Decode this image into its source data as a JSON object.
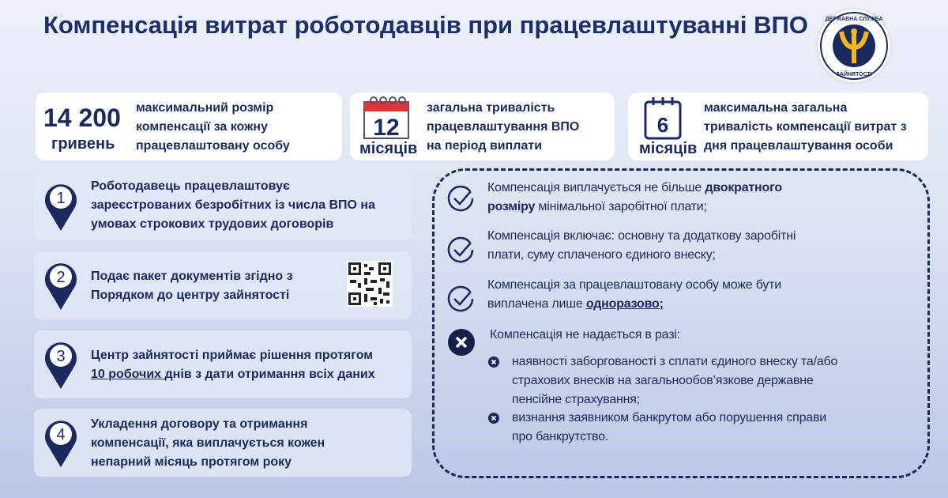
{
  "title": "Компенсація витрат роботодавців при працевлаштуванні ВПО",
  "logo": {
    "text": "ДЕРЖАВНА СЛУЖБА ЗАЙНЯТОСТІ",
    "colors": {
      "navy": "#1b2a5e",
      "yellow": "#f3b820"
    }
  },
  "cards": [
    {
      "value": "14 200",
      "unit": "гривень",
      "lines": [
        "максимальний розмір",
        "компенсації за кожну",
        "працевлаштовану  особу"
      ]
    },
    {
      "value": "12",
      "unit": "місяців",
      "icon": "calendar-icon",
      "lines": [
        "загальна тривалість",
        "працевлаштування  ВПО",
        "на період виплати"
      ]
    },
    {
      "value": "6",
      "unit": "місяців",
      "icon": "calendar-icon",
      "lines": [
        "максимальна загальна",
        "тривалість компенсації витрат з",
        "дня працевлаштування  особи"
      ]
    }
  ],
  "steps": [
    {
      "num": "1",
      "lines": [
        "Роботодавець  працевлаштовує",
        "зареєстрованих  безробітних із числа ВПО на",
        "умовах строкових трудових договорів"
      ]
    },
    {
      "num": "2",
      "lines": [
        "Подає  пакет документів  згідно з",
        "Порядком до центру зайнятості"
      ]
    },
    {
      "num": "3",
      "line1": "Центр зайнятості  приймає рішення  протягом",
      "line2_u": "10 робочих ",
      "line2_rest": "днів з дати отримання  всіх даних"
    },
    {
      "num": "4",
      "lines": [
        "Укладення договору та отримання",
        "компенсації, яка виплачується кожен",
        "непарний  місяць протягом  року"
      ]
    }
  ],
  "conditions": {
    "c1": {
      "a": "Компенсація  виплачується не більше ",
      "b": "двократного",
      "c": "розміру",
      "d": " мінімальної заробітної плати;"
    },
    "c2": {
      "l1": "Компенсація  включає: основну та додаткову заробітні",
      "l2": "плати, суму сплаченого єдиного  внеску;"
    },
    "c3": {
      "l1": "Компенсація  за працевлаштовану особу може бути",
      "a": "виплачена  лише ",
      "b": "одноразово;"
    },
    "not": {
      "head": "Компенсація  не надається в разі:",
      "items": [
        [
          "наявності заборгованості  з сплати єдиного внеску та/або",
          "страхових внесків на загальнообов’язкове  державне",
          "пенсійне страхування;"
        ],
        [
          "визнання заявником банкрутом або порушення  справи",
          "про банкрутство."
        ]
      ]
    }
  }
}
